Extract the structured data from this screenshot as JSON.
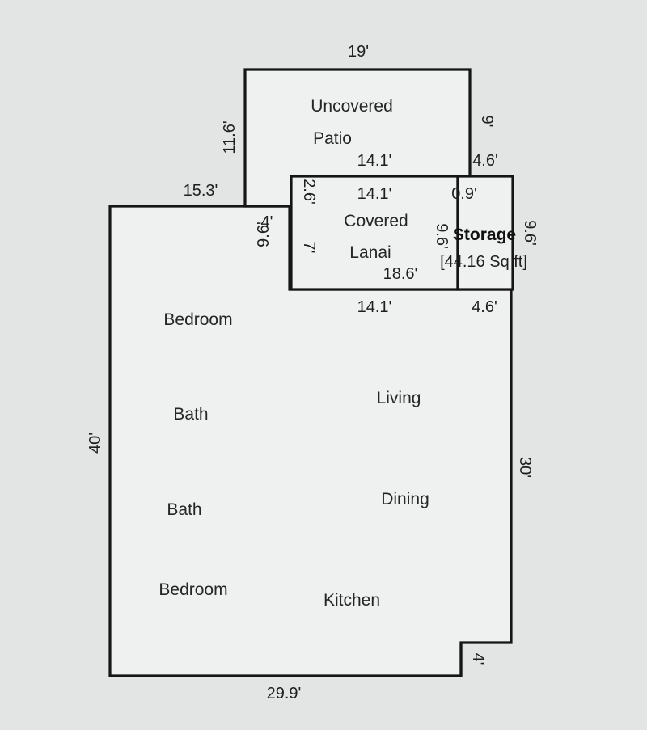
{
  "rooms": {
    "uncovered_patio_line1": "Uncovered",
    "uncovered_patio_line2": "Patio",
    "covered_lanai_line1": "Covered",
    "covered_lanai_line2": "Lanai",
    "storage": "Storage",
    "storage_area": "[44.16 Sq ft]",
    "bedroom_1": "Bedroom",
    "bath_1": "Bath",
    "bath_2": "Bath",
    "bedroom_2": "Bedroom",
    "living": "Living",
    "dining": "Dining",
    "kitchen": "Kitchen"
  },
  "dimensions": {
    "patio_top": "19'",
    "patio_left": "11.6'",
    "patio_right": "9'",
    "patio_bottom": "14.1'",
    "patio_right_bottom": "4.6'",
    "main_top_left": "15.3'",
    "lanai_top": "14.1'",
    "lanai_top_right": "0.9'",
    "lanai_left_upper": "2.6'",
    "lanai_left_lower": "7'",
    "lanai_step_a": "4'",
    "lanai_step_b": "9.6'",
    "lanai_inner_right": "9.6'",
    "lanai_diagonal": "18.6'",
    "lanai_bottom": "14.1'",
    "storage_bottom": "4.6'",
    "storage_right": "9.6'",
    "main_left": "40'",
    "main_right": "30'",
    "kitchen_notch": "4'",
    "main_bottom": "29.9'"
  },
  "colors": {
    "background": "#e2e5e3",
    "walls": "#151515",
    "text": "#262626"
  }
}
